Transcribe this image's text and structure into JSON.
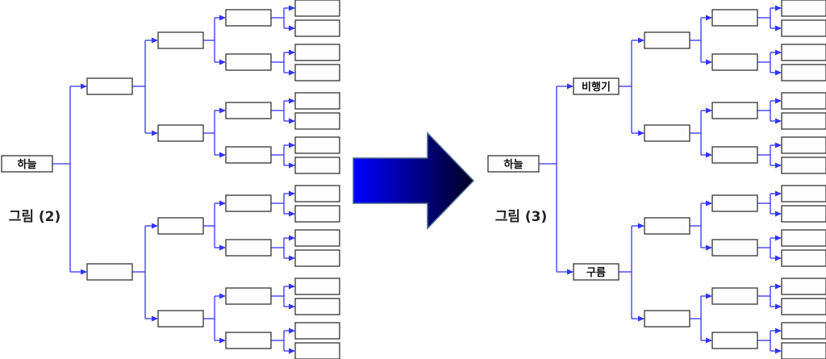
{
  "colors": {
    "connector": "#3333ff",
    "box_border": "#333333",
    "box_fill": "#fdfdfd",
    "arrow_gradient_start": "#0000ff",
    "arrow_gradient_end": "#000022",
    "arrow_outline": "#4a6a8a"
  },
  "figures": [
    {
      "id": "figure-2",
      "caption": "그림 (2)",
      "root_label": "하늘",
      "level1_labels": [
        "",
        ""
      ],
      "depth": 4
    },
    {
      "id": "figure-3",
      "caption": "그림 (3)",
      "root_label": "하늘",
      "level1_labels": [
        "비행기",
        "구름"
      ],
      "depth": 4
    }
  ],
  "transition_arrow": {
    "direction": "right",
    "icon": "right-arrow-icon"
  }
}
